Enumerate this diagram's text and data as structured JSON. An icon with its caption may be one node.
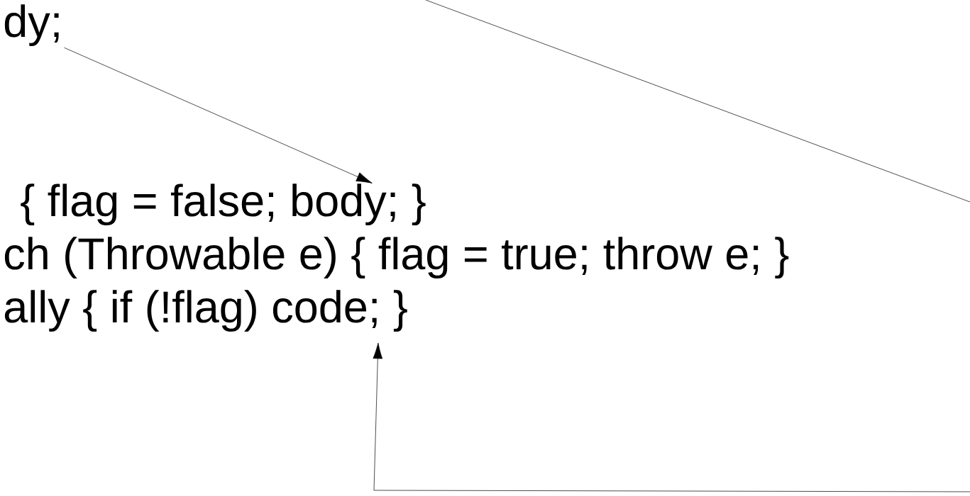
{
  "diagram": {
    "nodes": [
      {
        "text": [
          "dy;"
        ]
      },
      {
        "text": [
          "{ flag = false; body; }"
        ]
      },
      {
        "text": [
          "ally { if (!flag) code; }"
        ]
      }
    ],
    "edges": [
      {
        "from": 0,
        "to": 1,
        "arrow": "to"
      },
      {
        "from": null,
        "to": 2,
        "arrow": "to"
      }
    ],
    "labels": [
      "ch (Throwable e) { flag = true; throw e; }"
    ]
  }
}
